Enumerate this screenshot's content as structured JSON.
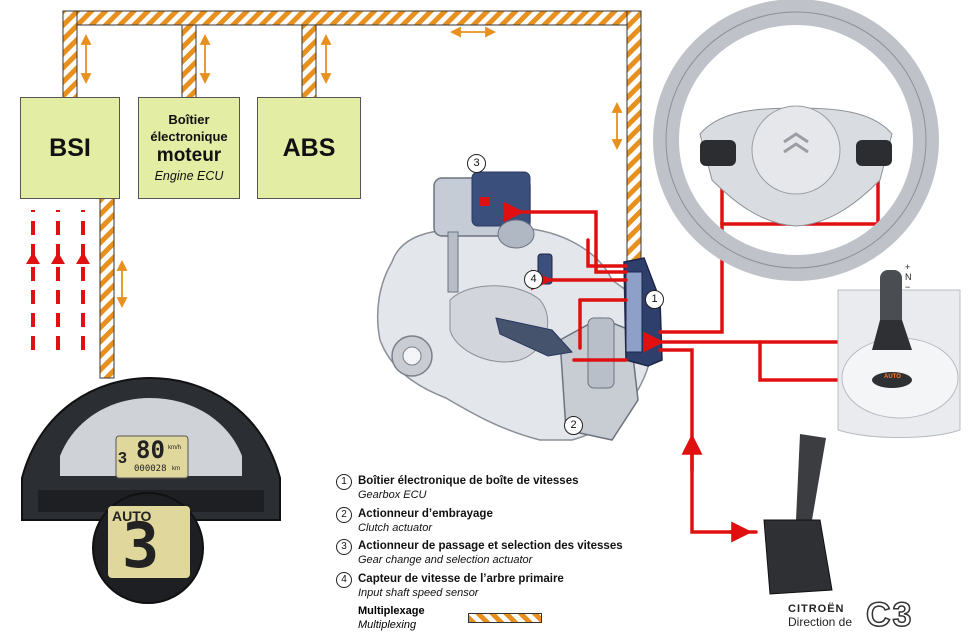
{
  "ecus": [
    {
      "id": "bsi",
      "label": "BSI"
    },
    {
      "id": "engine",
      "line1": "Boîtier",
      "line2": "électronique",
      "line3": "moteur",
      "en": "Engine ECU"
    },
    {
      "id": "abs",
      "label": "ABS"
    }
  ],
  "display": {
    "speed": "80",
    "unit": "km/h",
    "gear": "3",
    "odometer": "000028",
    "odo_unit": "km",
    "mode": "AUTO",
    "zoom_gear": "3"
  },
  "lever_badge": "AUTO",
  "shift_marks": {
    "plus": "+",
    "n": "N",
    "minus": "−"
  },
  "callouts": [
    "1",
    "2",
    "3",
    "4"
  ],
  "legend": [
    {
      "num": "1",
      "fr": "Boîtier électronique de boîte de vitesses",
      "en": "Gearbox ECU"
    },
    {
      "num": "2",
      "fr": "Actionneur d’embrayage",
      "en": "Clutch actuator"
    },
    {
      "num": "3",
      "fr": "Actionneur de passage et selection des vitesses",
      "en": "Gear change and selection actuator"
    },
    {
      "num": "4",
      "fr": "Capteur de vitesse de l’arbre primaire",
      "en": "Input shaft speed sensor"
    }
  ],
  "multiplex": {
    "fr": "Multiplexage",
    "en": "Multiplexing"
  },
  "brand": {
    "name": "CITROËN",
    "sub": "Direction de",
    "model": "C3"
  },
  "colors": {
    "wire": "#e01010",
    "bus_stripe": "#e8901e",
    "ecu_fill": "#e4eda4"
  }
}
